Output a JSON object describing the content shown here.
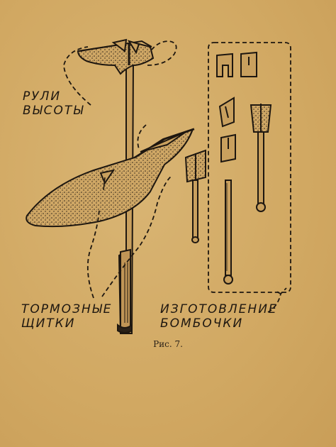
{
  "labels": {
    "elevators_line1": "РУЛИ",
    "elevators_line2": "ВЫСОТЫ",
    "brake_flaps_line1": "ТОРМОЗНЫЕ",
    "brake_flaps_line2": "ЩИТКИ",
    "bomb_making_line1": "ИЗГОТОВЛЕНИЕ",
    "bomb_making_line2": "БОМБОЧКИ"
  },
  "caption": "Рис. 7.",
  "colors": {
    "paper": "#d4ac6a",
    "ink": "#1e1710",
    "fill": "#c79e5c"
  }
}
